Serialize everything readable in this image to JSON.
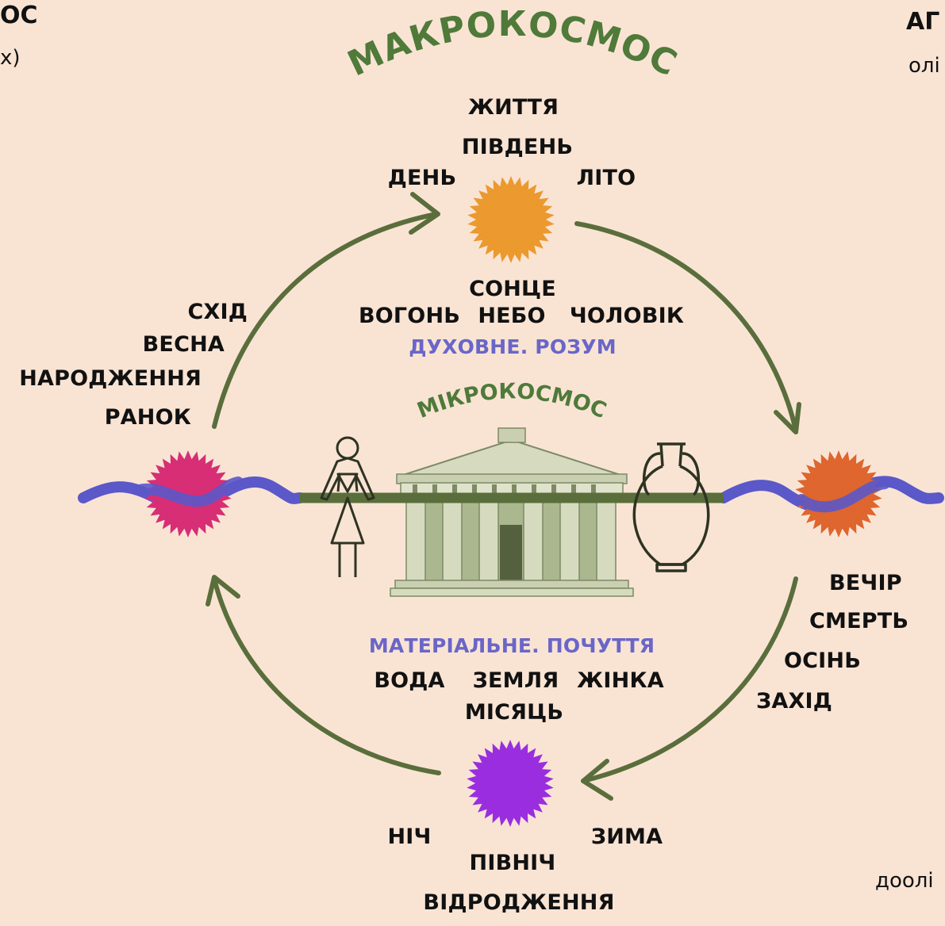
{
  "corner_text": {
    "top_left_title": "ОС",
    "top_left_sub": "х)",
    "top_right_title": "АГ",
    "top_right_sub": "олі",
    "bottom_right": "доолі"
  },
  "arcs": {
    "macro": "МАКРОКОСМОС",
    "micro": "МІКРОКОСМОС"
  },
  "top_group": {
    "life": "ЖИТТЯ",
    "south": "ПІВДЕНЬ",
    "day": "ДЕНЬ",
    "summer": "ЛІТО",
    "sun": "СОНЦЕ",
    "fire": "ВОГОНЬ",
    "sky": "НЕБО",
    "man": "ЧОЛОВІК",
    "spiritual": "ДУХОВНЕ. РОЗУМ"
  },
  "left_group": {
    "east": "СХІД",
    "spring": "ВЕСНА",
    "birth": "НАРОДЖЕННЯ",
    "morning": "РАНОК"
  },
  "right_group": {
    "evening": "ВЕЧІР",
    "death": "СМЕРТЬ",
    "autumn": "ОСІНЬ",
    "west": "ЗАХІД"
  },
  "bottom_group": {
    "material": "МАТЕРІАЛЬНЕ. ПОЧУТТЯ",
    "water": "ВОДА",
    "earth": "ЗЕМЛЯ",
    "woman": "ЖІНКА",
    "moon": "МІСЯЦЬ",
    "night": "НІЧ",
    "winter": "ЗИМА",
    "north": "ПІВНІЧ",
    "rebirth": "ВІДРОДЖЕННЯ"
  },
  "icons": [
    "sun-icon",
    "dawn-sun-icon",
    "dusk-sun-icon",
    "night-sun-icon",
    "human-figure-icon",
    "greek-temple-icon",
    "amphora-icon"
  ],
  "colors": {
    "background": "#f9e4d4",
    "green": "#5a6e3c",
    "blue_wave": "#5b58c9",
    "blue_text": "#6a66c8",
    "sun_top": "#f5a030",
    "sun_left": "#e0307a",
    "sun_right": "#e86a30",
    "sun_bottom": "#a030e8",
    "temple": "#c9cfb0"
  }
}
